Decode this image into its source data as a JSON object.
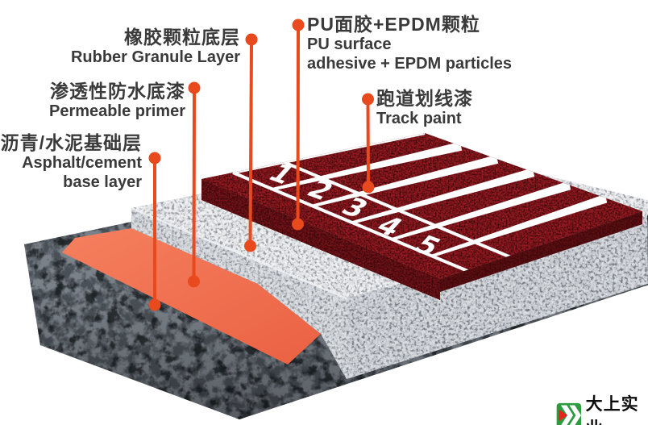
{
  "callouts": {
    "rubber_granule": {
      "zh": "橡胶颗粒底层",
      "en": "Rubber Granule Layer"
    },
    "permeable_primer": {
      "zh": "渗透性防水底漆",
      "en": "Permeable primer"
    },
    "asphalt_base": {
      "zh": "沥青/水泥基础层",
      "en_line1": "Asphalt/cement",
      "en_line2": "base layer"
    },
    "pu_surface": {
      "zh": "PU面胶+EPDM颗粒",
      "en_line1": "PU surface",
      "en_line2": "adhesive + EPDM particles"
    },
    "track_paint": {
      "zh": "跑道划线漆",
      "en": "Track paint"
    }
  },
  "track": {
    "lane_numbers": [
      "1",
      "2",
      "3",
      "4",
      "5"
    ]
  },
  "logo": {
    "company": "大上实业"
  },
  "colors": {
    "accent": "#E8491D",
    "track_red": "#5E1014",
    "track_red_speckle": "#A61E26",
    "primer_orange": "#EE6B4B",
    "granule_gray": "#DBDDE0",
    "asphalt_gray": "#4A5057",
    "lane_line_white": "#FFFFFF",
    "label_text": "#3A3A3A",
    "logo_green": "#2B9B3E",
    "logo_red": "#E3251D"
  }
}
